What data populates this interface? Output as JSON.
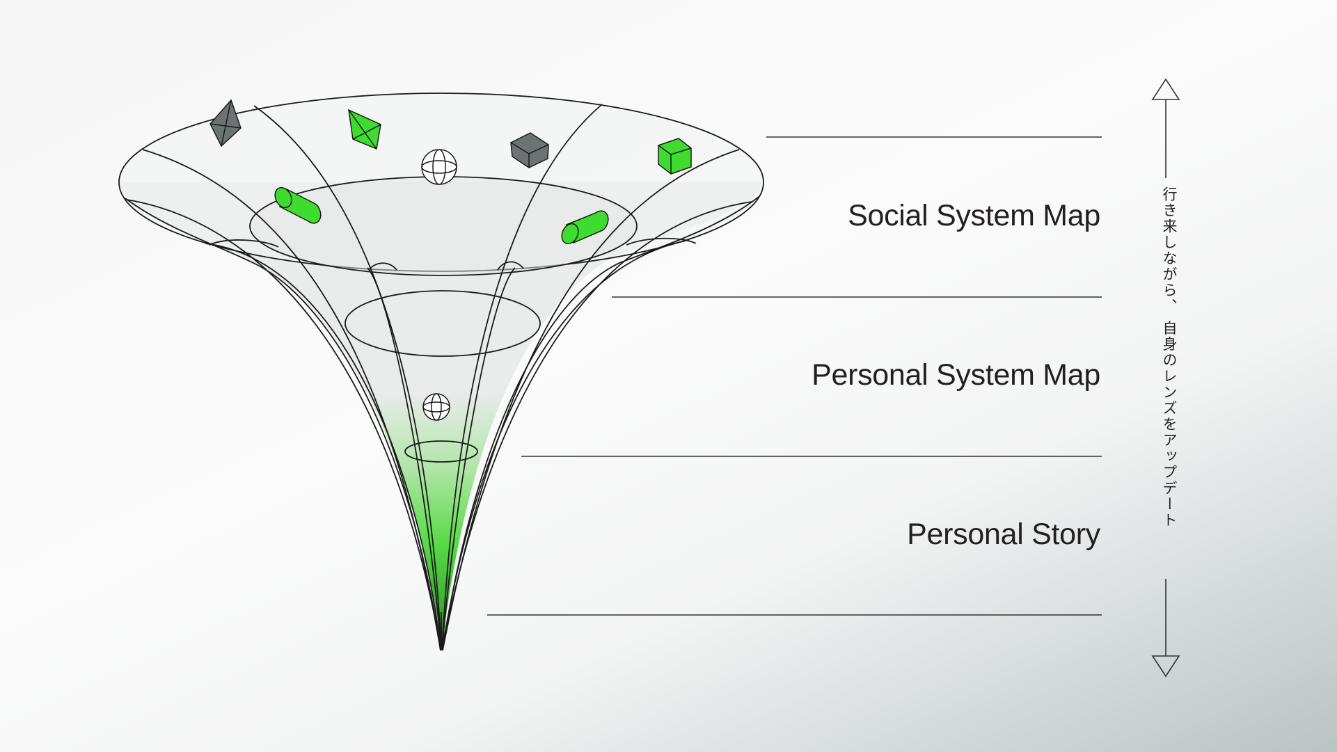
{
  "levels": [
    {
      "label": "Social System Map"
    },
    {
      "label": "Personal System Map"
    },
    {
      "label": "Personal Story"
    }
  ],
  "vertical_caption": "行き来しながら、 自身のレンズをアップデート",
  "colors": {
    "accent_green": "#3ddc2f",
    "shape_gray": "#6b7472",
    "line": "#1a1a1a"
  },
  "shapes": [
    {
      "name": "octahedron-icon",
      "color": "gray"
    },
    {
      "name": "octahedron-icon",
      "color": "green"
    },
    {
      "name": "sphere-icon",
      "color": "white"
    },
    {
      "name": "cube-icon",
      "color": "gray"
    },
    {
      "name": "cube-icon",
      "color": "green"
    },
    {
      "name": "cylinder-icon",
      "color": "green"
    },
    {
      "name": "cylinder-icon",
      "color": "green"
    },
    {
      "name": "sphere-icon",
      "color": "white"
    }
  ]
}
